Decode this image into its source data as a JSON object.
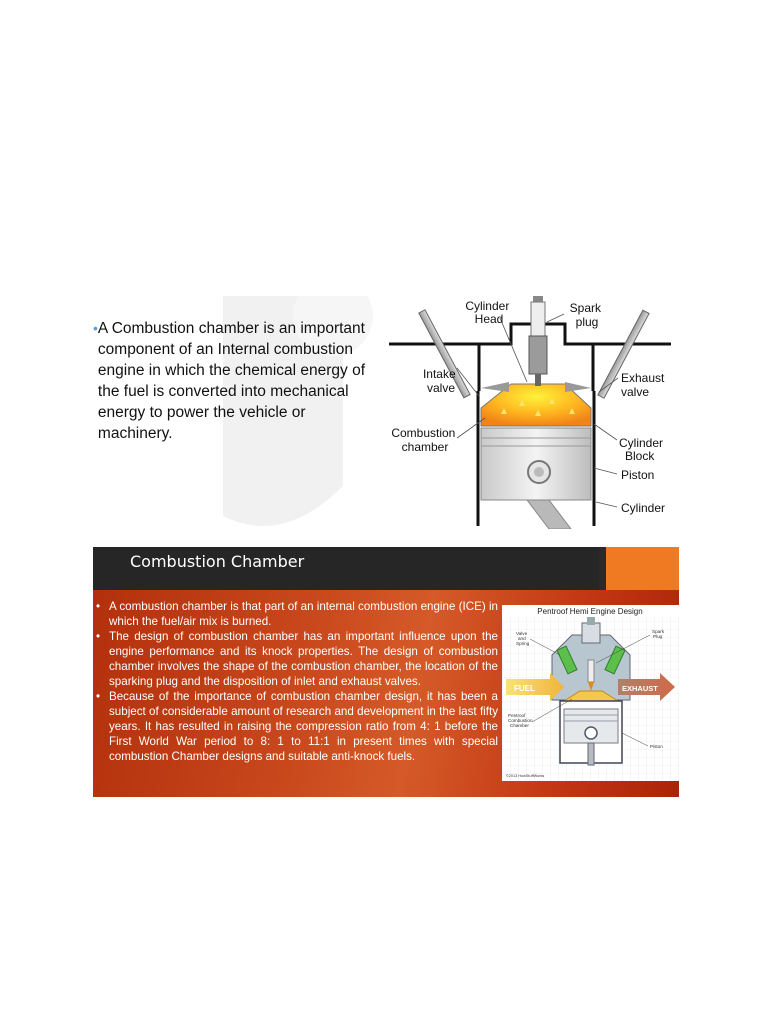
{
  "slide1": {
    "bullet_text": "A Combustion chamber is an important component of an Internal combustion engine in which the chemical energy of the fuel is converted into mechanical energy to power the vehicle or machinery.",
    "diagram_labels": {
      "cylinder_head": [
        "Cylinder",
        "Head"
      ],
      "spark_plug": [
        "Spark",
        "plug"
      ],
      "intake_valve": [
        "Intake",
        "valve"
      ],
      "exhaust_valve": [
        "Exhaust",
        "valve"
      ],
      "combustion_chamber": [
        "Combustion",
        "chamber"
      ],
      "cylinder_block": [
        "Cylinder",
        "Block"
      ],
      "piston": "Piston",
      "cylinder": "Cylinder"
    }
  },
  "slide2": {
    "title": "Combustion Chamber",
    "bullets": [
      "A combustion chamber is that part of an internal combustion engine (ICE) in which the fuel/air mix is burned.",
      "The design of combustion chamber has an important influence upon the engine performance and its knock properties. The design of combustion chamber involves the shape of the combustion chamber, the location of the sparking plug and the disposition of inlet and exhaust valves.",
      "Because of the importance of combustion chamber design, it has been a subject of considerable amount of research and development in the last fifty years. It has resulted in raising the compression ratio from 4: 1 before the First World War period to 8: 1 to 11:1 in present times with special combustion Chamber designs and suitable anti-knock fuels."
    ],
    "figure": {
      "title": "Pentroof Hemi Engine Design",
      "labels": {
        "valve_spring": [
          "Valve",
          "and",
          "Spring"
        ],
        "spark_plug": [
          "Spark",
          "Plug"
        ],
        "fuel": "FUEL",
        "exhaust": "EXHAUST",
        "chamber": [
          "Pentroof",
          "Combustion",
          "Chamber"
        ],
        "piston": "Piston",
        "credit": "©2013 HowStuffWorks"
      }
    }
  }
}
